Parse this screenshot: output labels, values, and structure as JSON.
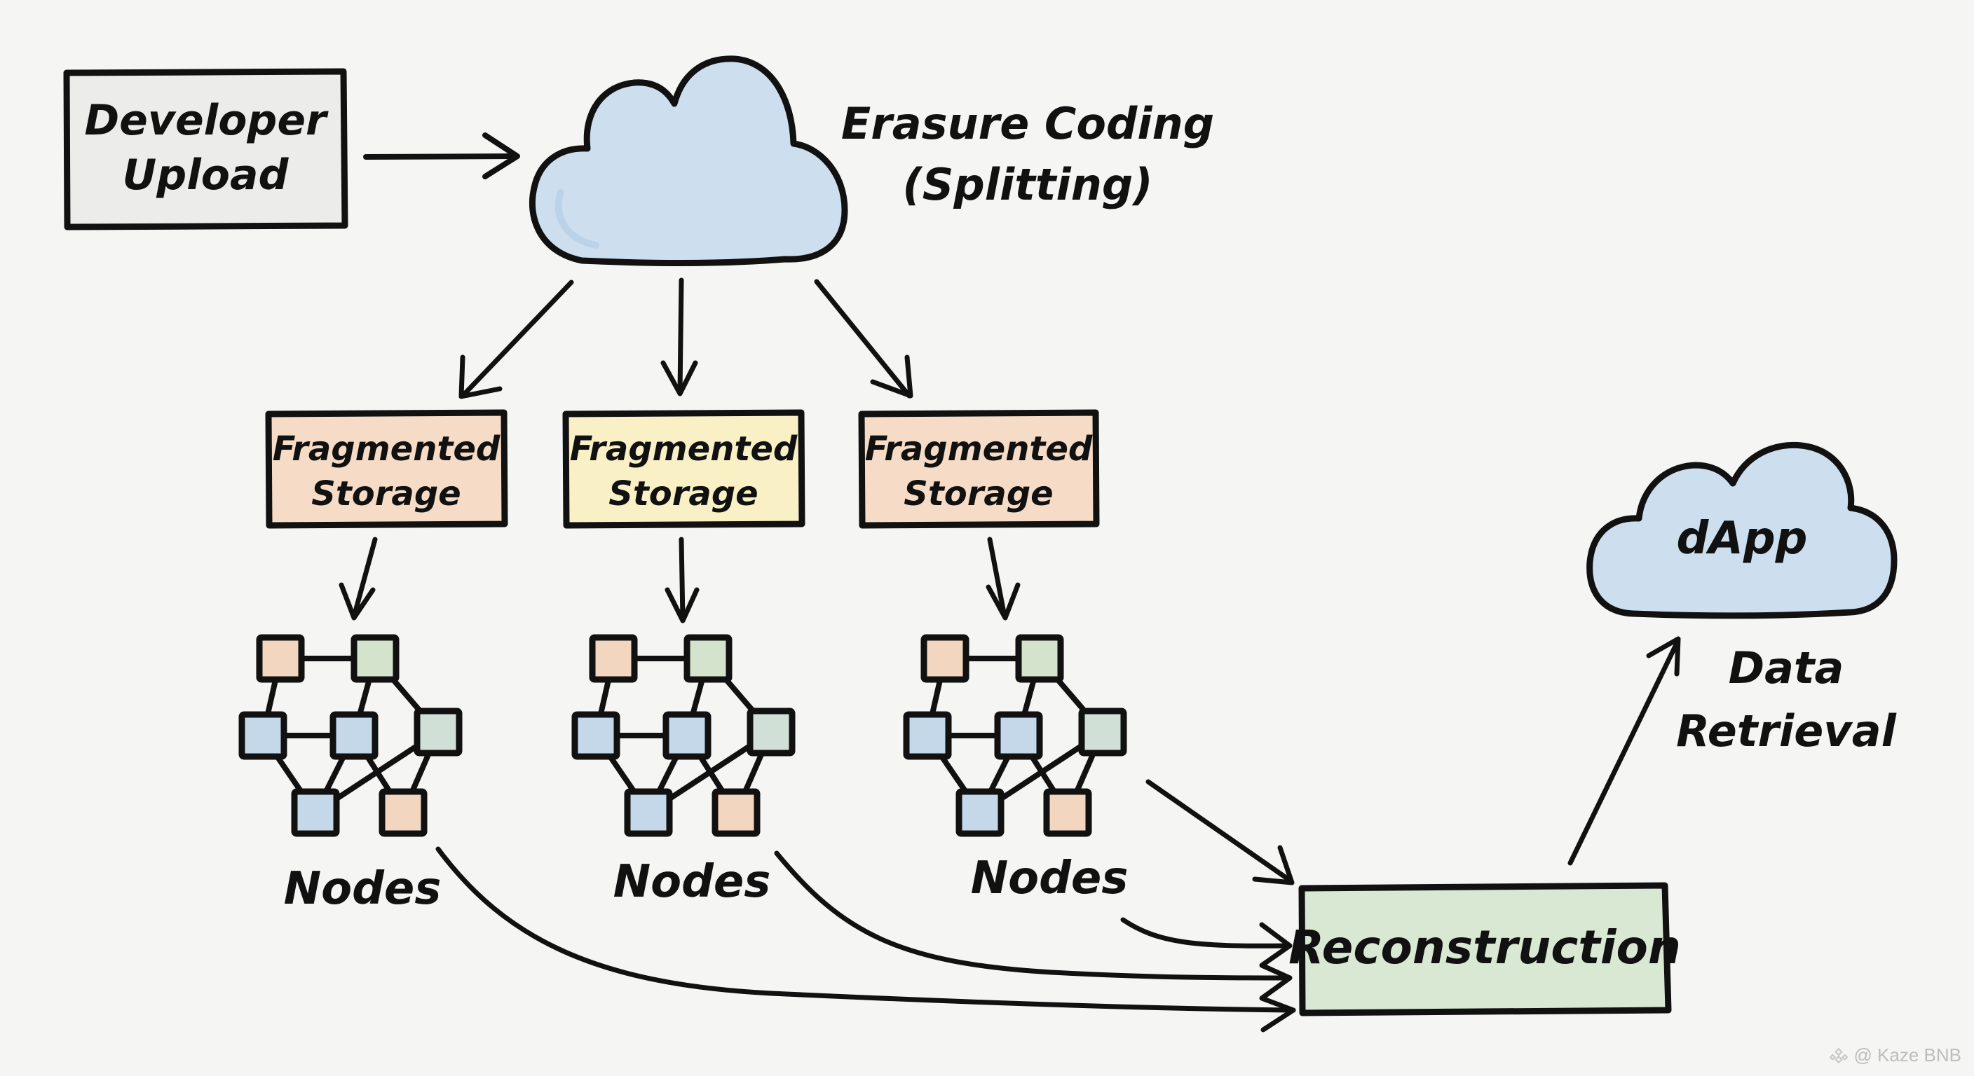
{
  "diagram": {
    "source": {
      "line1": "Developer",
      "line2": "Upload"
    },
    "process": {
      "line1": "Erasure Coding",
      "line2": "(Splitting)"
    },
    "fragments": [
      {
        "line1": "Fragmented",
        "line2": "Storage",
        "color": "#f6dcc6"
      },
      {
        "line1": "Fragmented",
        "line2": "Storage",
        "color": "#f9f0c6"
      },
      {
        "line1": "Fragmented",
        "line2": "Storage",
        "color": "#f6dcc6"
      }
    ],
    "node_groups": [
      {
        "label": "Nodes"
      },
      {
        "label": "Nodes"
      },
      {
        "label": "Nodes"
      }
    ],
    "node_colors": {
      "orange": "#f2d6bf",
      "green": "#d3e3cc",
      "blue": "#c5d8ea",
      "teal": "#d0e0d6"
    },
    "node_layout": [
      "orange",
      "green",
      "blue",
      "blue",
      "teal",
      "blue",
      "orange"
    ],
    "reconstruction": {
      "label": "Reconstruction",
      "color": "#d8e8d2"
    },
    "destination": {
      "label": "dApp",
      "color": "#cddfee"
    },
    "retrieval": {
      "line1": "Data",
      "line2": "Retrieval"
    },
    "colors": {
      "background": "#f5f5f4",
      "stroke": "#111111",
      "source_fill": "#ececea",
      "cloud_fill": "#cddfee"
    }
  },
  "watermark": {
    "text": "@ Kaze BNB",
    "icon": "binance-logo-icon"
  }
}
